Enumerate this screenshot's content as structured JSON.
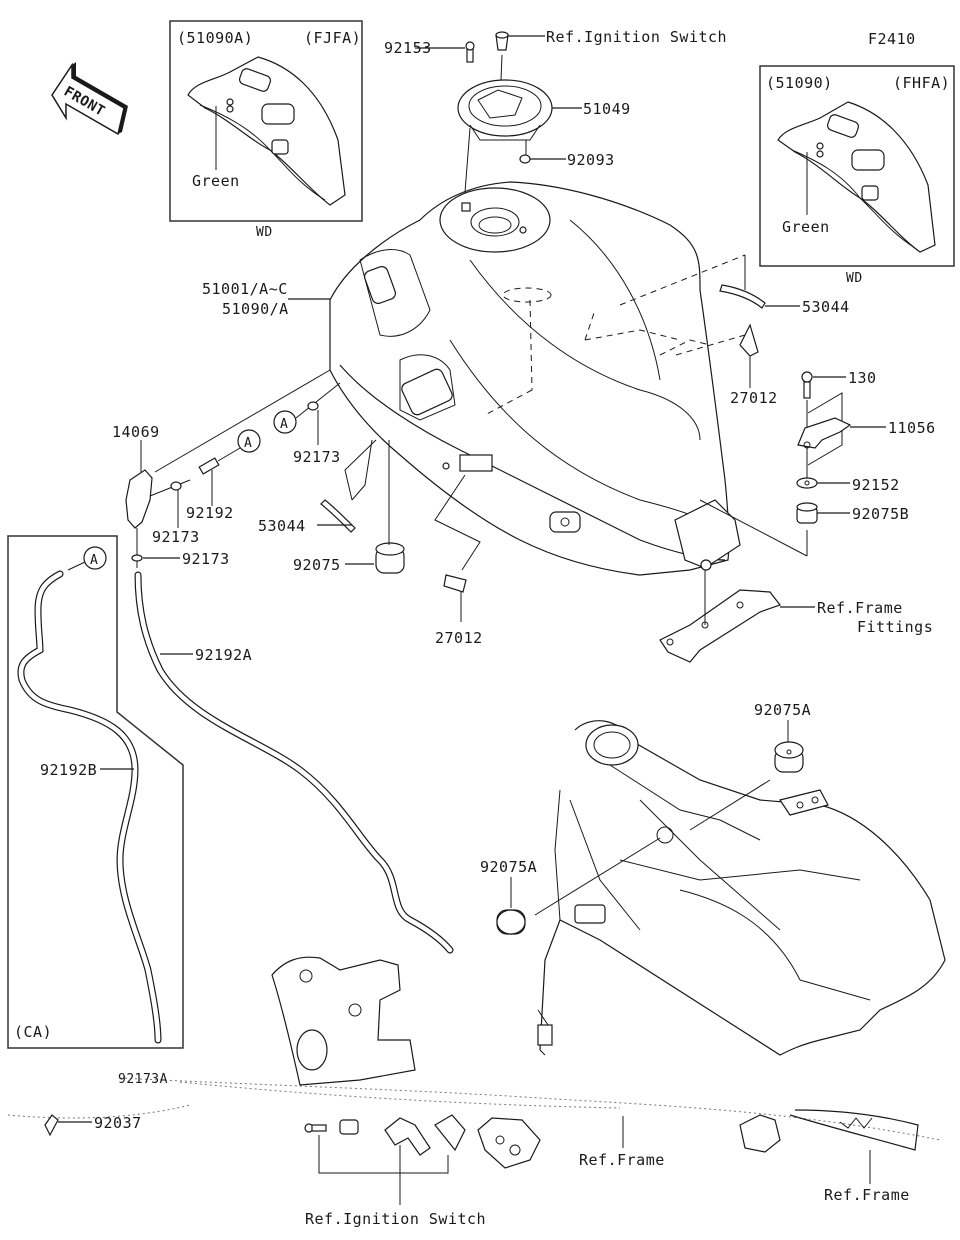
{
  "diagram": {
    "figure_code": "F2410",
    "front_arrow_label": "FRONT",
    "insets": [
      {
        "part_no": "(51090A)",
        "variant": "(FJFA)",
        "callout": "Green",
        "region": "WD"
      },
      {
        "part_no": "(51090)",
        "variant": "(FHFA)",
        "callout": "Green",
        "region": "WD"
      }
    ],
    "ca_box_label": "(CA)",
    "connector_marker": "A",
    "callouts": {
      "c92153": "92153",
      "ref_ignition_top": "Ref.Ignition Switch",
      "c51049": "51049",
      "c92093": "92093",
      "c51001_line1": "51001/A~C",
      "c51001_line2": "51090/A",
      "c53044_right": "53044",
      "c27012_right": "27012",
      "c130": "130",
      "c11056": "11056",
      "c92152": "92152",
      "c92075B": "92075B",
      "c14069": "14069",
      "c92173_upper": "92173",
      "c92192": "92192",
      "c92173_mid": "92173",
      "c92173_low": "92173",
      "c53044_left": "53044",
      "c92075": "92075",
      "c27012_bottom": "27012",
      "ref_frame_fittings_line1": "Ref.Frame",
      "ref_frame_fittings_line2": "Fittings",
      "c92192A": "92192A",
      "c92192B": "92192B",
      "c92075A_right": "92075A",
      "c92075A_left": "92075A",
      "c92173A": "92173A",
      "c92037": "92037",
      "ref_frame_mid": "Ref.Frame",
      "ref_frame_right": "Ref.Frame",
      "ref_ignition_bottom": "Ref.Ignition Switch"
    }
  }
}
